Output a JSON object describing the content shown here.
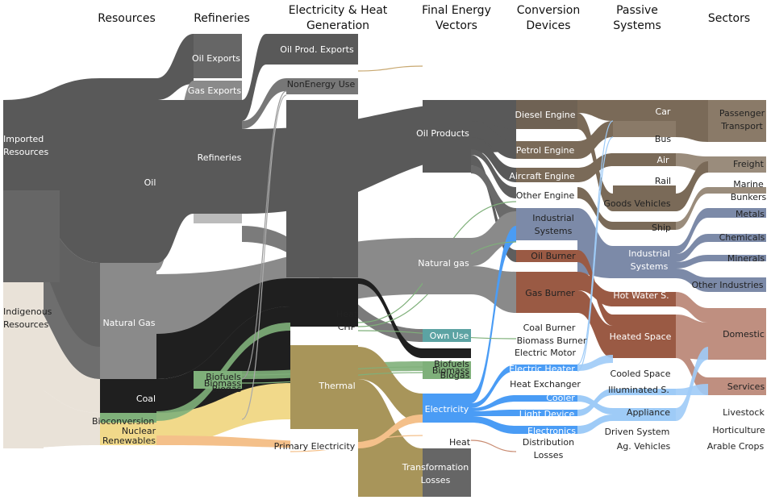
{
  "columns": [
    {
      "id": "resources",
      "text": "Resources"
    },
    {
      "id": "refineries",
      "text": "Refineries"
    },
    {
      "id": "elec-heat",
      "text": "Electricity & Heat\nGeneration"
    },
    {
      "id": "final-vectors",
      "text": "Final Energy\nVectors"
    },
    {
      "id": "conversion",
      "text": "Conversion\nDevices"
    },
    {
      "id": "passive",
      "text": "Passive\nSystems"
    },
    {
      "id": "sectors",
      "text": "Sectors"
    }
  ],
  "colors": {
    "oil": "#595959",
    "gas": "#8a8a8a",
    "coal": "#1f1f1f",
    "thermal": "#a8955a",
    "electricity": "#4a9cf5",
    "electricity_light": "#9ecbf7",
    "industrial": "#7c8aa8",
    "heat_brown": "#9a5a44",
    "domestic": "#bf8f80",
    "transport": "#7a6a58",
    "transport_light": "#9a8c7c",
    "renew": "#f1d98a",
    "bio": "#7fb07a",
    "indigenous": "#e9e2d8",
    "own_use": "#5ca3a3"
  },
  "nodes": {
    "imported_resources": "Imported\nResources",
    "indigenous_resources": "Indigenous\nResources",
    "oil": "Oil",
    "natural_gas_res": "Natural Gas",
    "coal": "Coal",
    "bioconversion": "Bioconversion",
    "nuclear": "Nuclear",
    "renewables": "Renewables",
    "oil_exports": "Oil Exports",
    "gas_exports": "Gas Exports",
    "refineries": "Refineries",
    "biofuels": "Biofuels",
    "biomass": "Biomass",
    "biogas": "Biogas",
    "oil_prod_exports": "Oil Prod. Exports",
    "nonenergy_use": "NonEnergy Use",
    "heat_chp": "Heat\nCHP",
    "thermal": "Thermal",
    "primary_electricity": "Primary Electricity",
    "oil_products": "Oil Products",
    "natural_gas_vec": "Natural gas",
    "own_use": "Own Use",
    "biofuels_vec": "Biofuels",
    "biomass_vec": "Biomass",
    "biogas_vec": "Biogas",
    "electricity": "Electricity",
    "heat_vec": "Heat",
    "transformation_losses": "Transformation\nLosses",
    "diesel_engine": "Diesel Engine",
    "petrol_engine": "Petrol Engine",
    "aircraft_engine": "Aircraft Engine",
    "other_engine": "Other Engine",
    "industrial_systems_dev": "Industrial\nSystems",
    "oil_burner": "Oil Burner",
    "gas_burner": "Gas Burner",
    "coal_burner": "Coal Burner",
    "biomass_burner": "Biomass Burner",
    "electric_motor": "Electric Motor",
    "electric_heater": "Electric Heater",
    "heat_exchanger": "Heat Exchanger",
    "cooler": "Cooler",
    "light_device": "Light Device",
    "electronics": "Electronics",
    "distribution_losses": "Distribution\nLosses",
    "car": "Car",
    "bus": "Bus",
    "air": "Air",
    "rail": "Rail",
    "goods_vehicles": "Goods Vehicles",
    "ship": "Ship",
    "industrial_systems_pas": "Industrial\nSystems",
    "hot_water": "Hot Water S.",
    "heated_space": "Heated Space",
    "cooled_space": "Cooled Space",
    "illuminated": "Illuminated S.",
    "appliance": "Appliance",
    "driven_system": "Driven System",
    "ag_vehicles": "Ag. Vehicles",
    "passenger_transport": "Passenger\nTransport",
    "freight": "Freight",
    "marine_bunkers": "Marine\nBunkers",
    "metals": "Metals",
    "chemicals": "Chemicals",
    "minerals": "Minerals",
    "other_industries": "Other Industries",
    "domestic": "Domestic",
    "services": "Services",
    "livestock": "Livestock",
    "horticulture": "Horticulture",
    "arable_crops": "Arable Crops"
  }
}
